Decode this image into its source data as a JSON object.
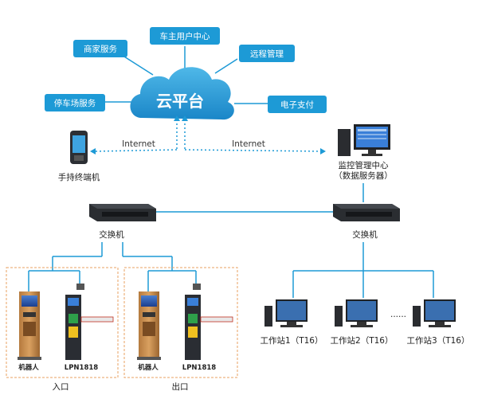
{
  "cloud": {
    "label": "云平台"
  },
  "services": {
    "owner_center": "车主用户中心",
    "merchant": "商家服务",
    "remote_mgmt": "远程管理",
    "parking_service": "停车场服务",
    "e_payment": "电子支付"
  },
  "network": {
    "left": "Internet",
    "right": "Internet"
  },
  "devices": {
    "handheld": "手持终端机",
    "monitor_center_line1": "监控管理中心",
    "monitor_center_line2": "（数据服务器）",
    "switch_left": "交换机",
    "switch_right": "交换机",
    "robot_entry": "机器人",
    "lpn_entry": "LPN1818",
    "robot_exit": "机器人",
    "lpn_exit": "LPN1818",
    "workstation1": "工作站1（T16）",
    "workstation2": "工作站2（T16）",
    "workstation3": "工作站3（T16）",
    "dots": "......"
  },
  "areas": {
    "entry": "入口",
    "exit": "出口"
  },
  "colors": {
    "accent": "#1d9ad6",
    "cloud": "#2f9fd8",
    "line": "#1d9ad6",
    "dashed_box": "#e8a060"
  }
}
